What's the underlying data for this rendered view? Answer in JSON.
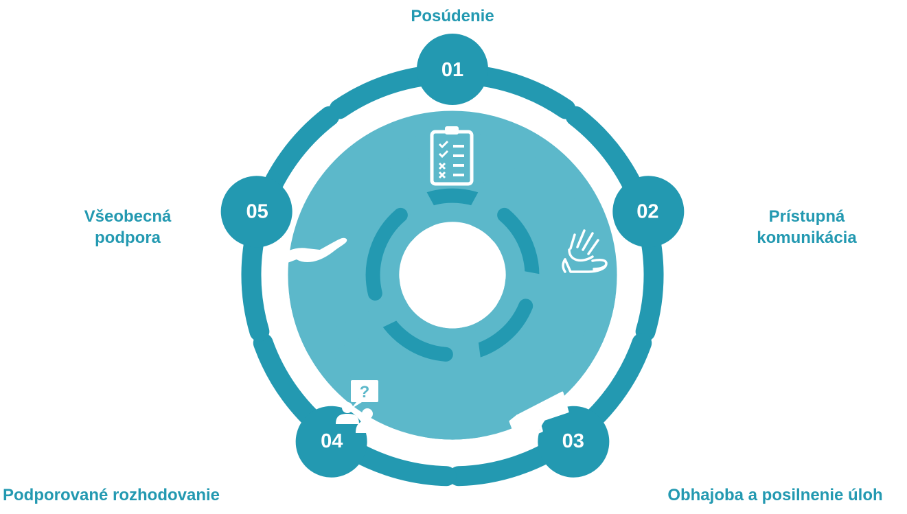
{
  "colors": {
    "dark": "#2399b1",
    "light": "#5cb8ca",
    "icon": "#ffffff",
    "background": "#ffffff"
  },
  "steps": [
    {
      "number": "01",
      "label_lines": [
        "Posúdenie"
      ],
      "icon": "clipboard-checklist-icon"
    },
    {
      "number": "02",
      "label_lines": [
        "Prístupná",
        "komunikácia"
      ],
      "icon": "sign-language-hands-icon"
    },
    {
      "number": "03",
      "label_lines": [
        "Obhajoba a posilnenie úloh"
      ],
      "icon": "megaphone-icon"
    },
    {
      "number": "04",
      "label_lines": [
        "Podporované rozhodovanie"
      ],
      "icon": "people-question-icon"
    },
    {
      "number": "05",
      "label_lines": [
        "Všeobecná",
        "podpora"
      ],
      "icon": "helping-hand-icon"
    }
  ]
}
